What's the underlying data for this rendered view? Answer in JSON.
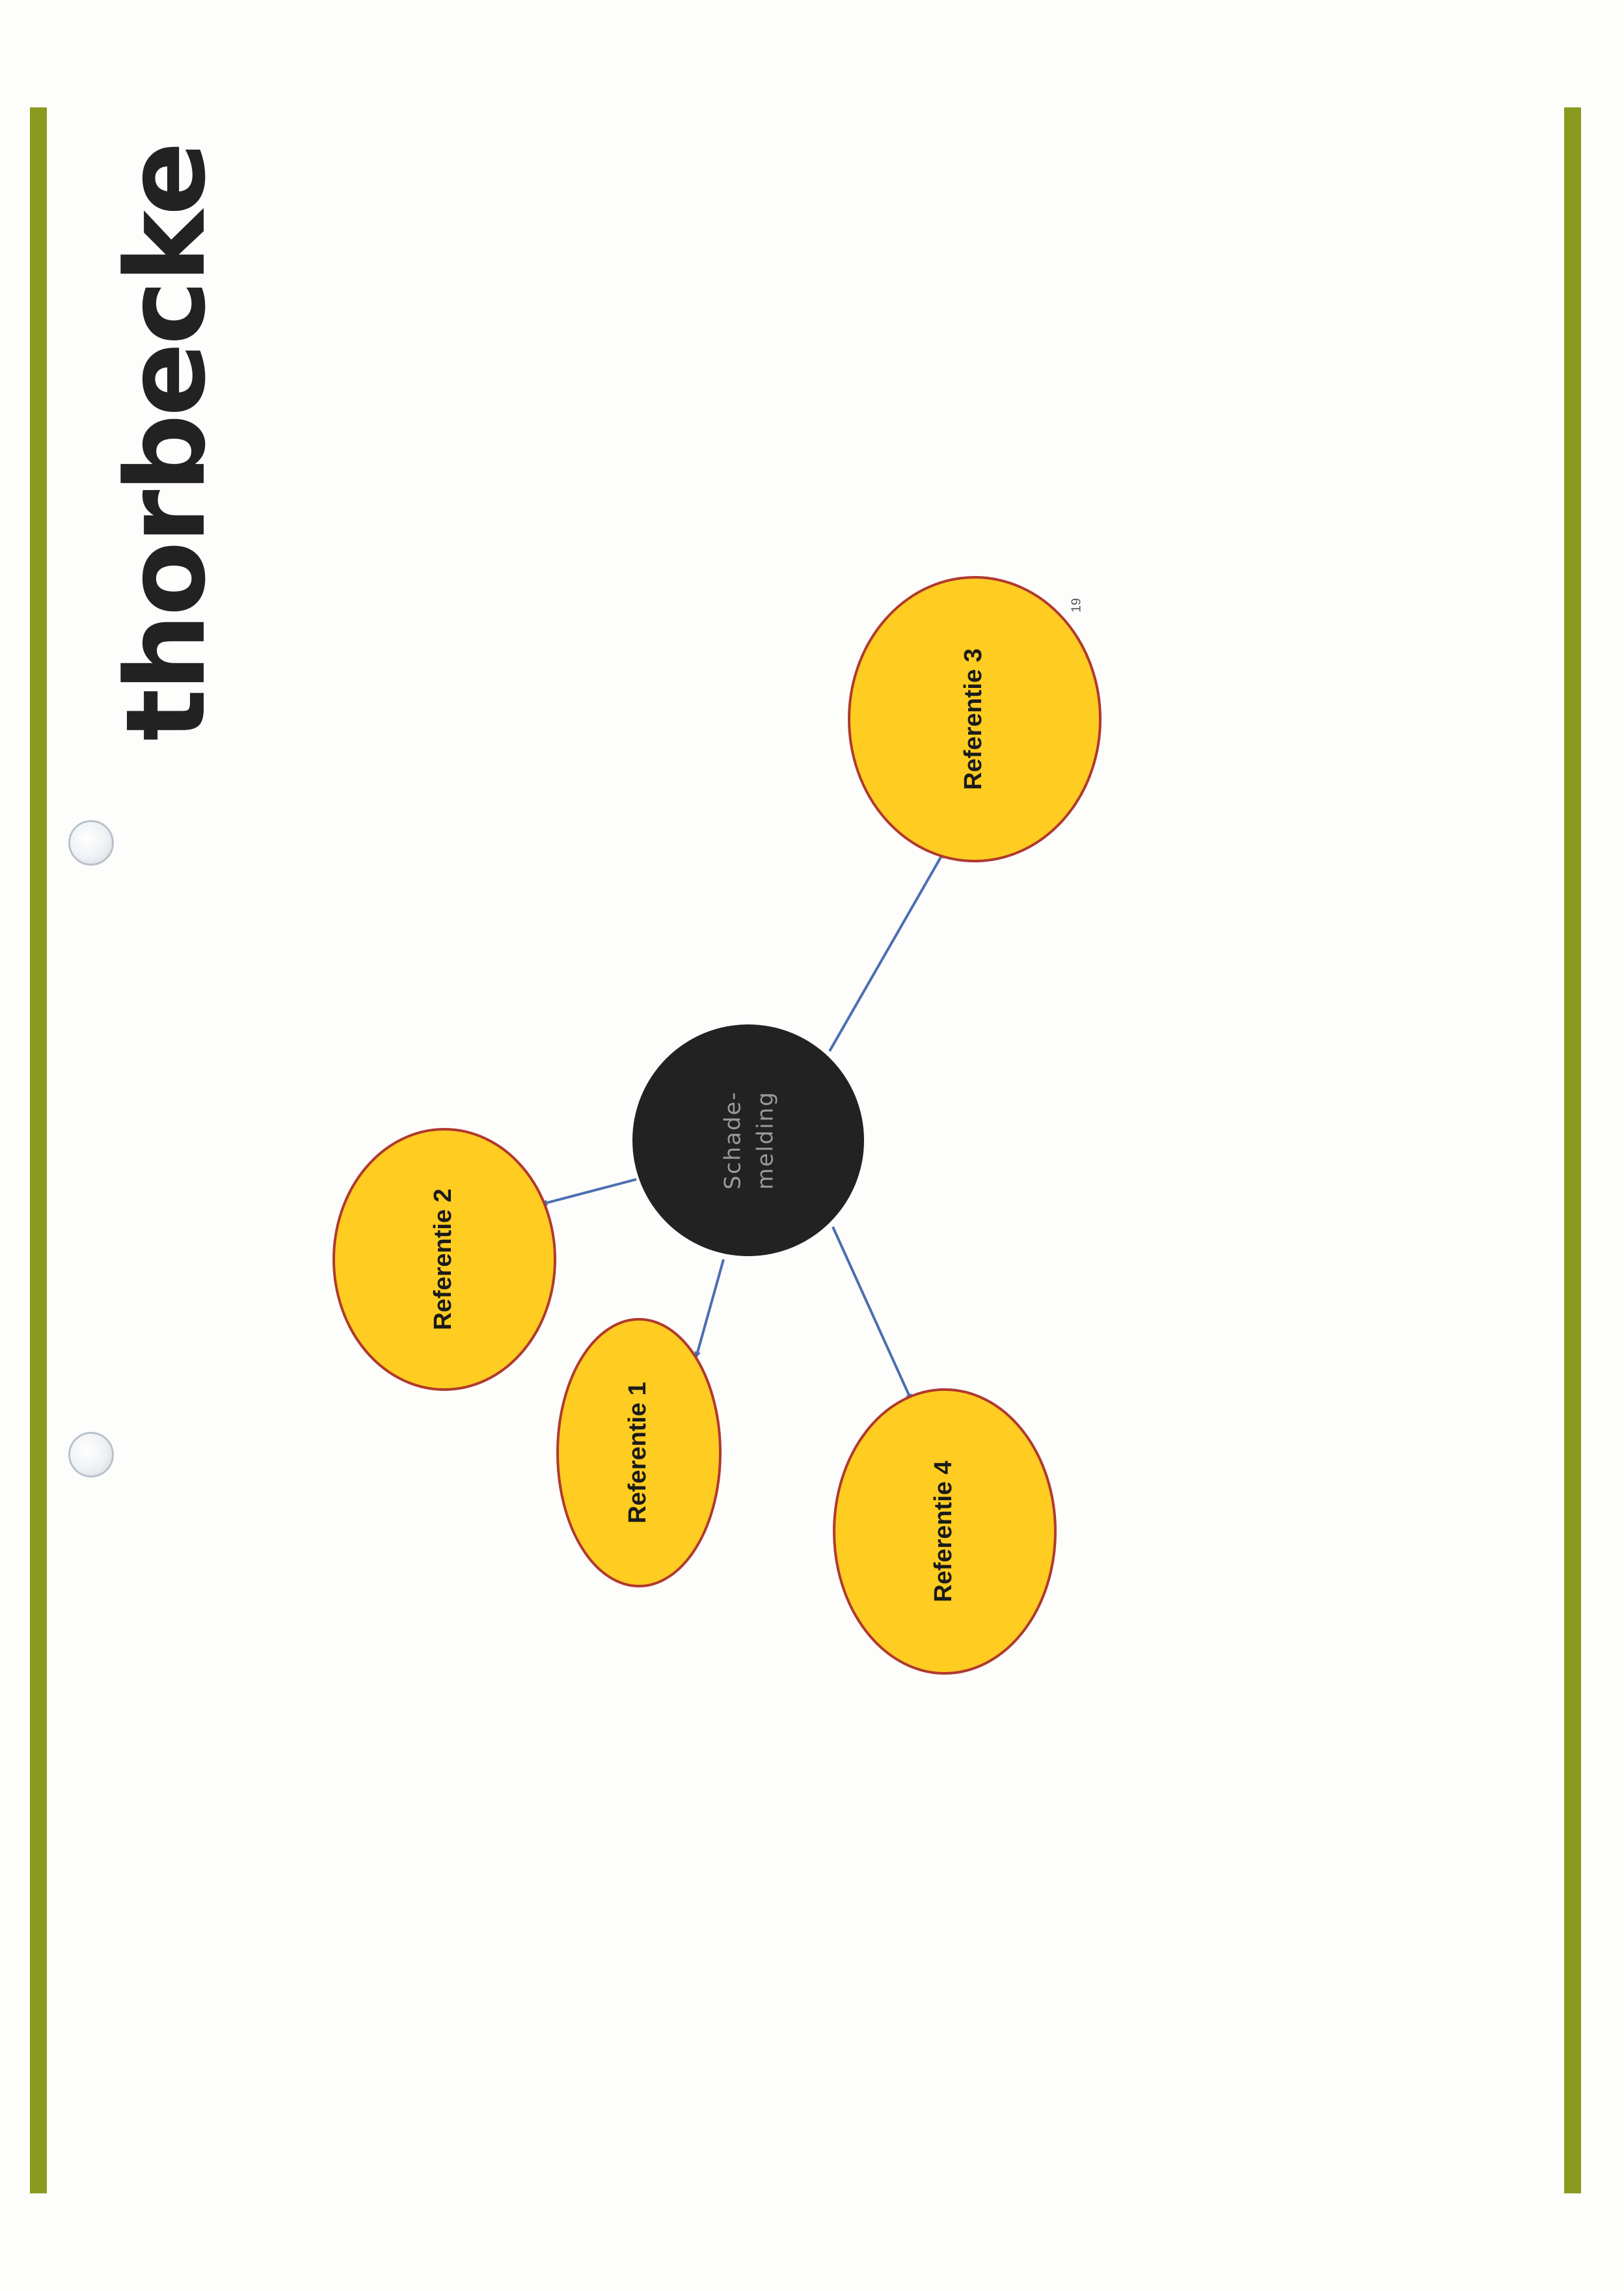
{
  "brand": {
    "logo_text": "thorbecke",
    "colors": {
      "accent_bar": "#8a9a1f",
      "reference_fill": "#ffcc22",
      "reference_stroke": "#b03a2e",
      "center_fill": "#222222",
      "connector": "#4a6fb0"
    }
  },
  "diagram": {
    "center": {
      "line1": "Schade-",
      "line2": "melding"
    },
    "references": [
      {
        "label": "Referentie 1"
      },
      {
        "label": "Referentie 2"
      },
      {
        "label": "Referentie 3"
      },
      {
        "label": "Referentie 4"
      }
    ],
    "small_mark": "19"
  }
}
